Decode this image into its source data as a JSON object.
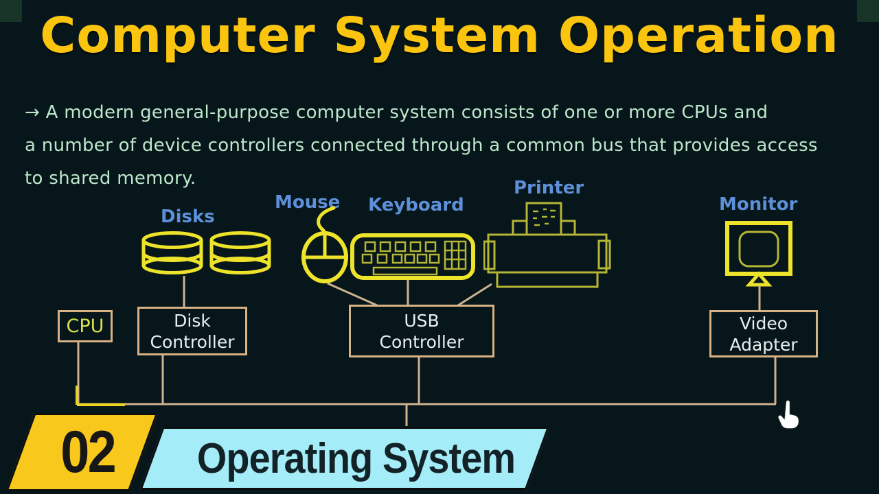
{
  "title": "Computer System Operation",
  "paragraph": {
    "lines": [
      "→ A modern general-purpose computer system consists of one or more CPUs and",
      "a number of device controllers connected through a common bus that provides access",
      "to shared memory."
    ]
  },
  "diagram": {
    "labels": {
      "disks": "Disks",
      "mouse": "Mouse",
      "keyboard": "Keyboard",
      "printer": "Printer",
      "monitor": "Monitor"
    },
    "boxes": {
      "cpu": {
        "label": "CPU"
      },
      "disk_controller": {
        "lines": [
          "Disk",
          "Controller"
        ]
      },
      "usb_controller": {
        "lines": [
          "USB",
          "Controller"
        ]
      },
      "video_adapter": {
        "lines": [
          "Video",
          "Adapter"
        ]
      }
    },
    "icons": {
      "disks": "disk-cylinders-icon",
      "mouse": "mouse-icon",
      "keyboard": "keyboard-icon",
      "printer": "printer-icon",
      "monitor": "monitor-icon"
    }
  },
  "badge": {
    "number": "02",
    "subject": "Operating System"
  },
  "cursor": {
    "type": "hand-pointer"
  },
  "colors": {
    "background": "#06161a",
    "corner_square": "#173527",
    "title_yellow": "#fbc40f",
    "paragraph_green": "#bee7cb",
    "label_blue": "#5d90d8",
    "icon_yellow": "#eee32b",
    "icon_olive": "#b6b636",
    "box_border_tan": "#d8b184",
    "box_text_white": "#e9eef0",
    "cpu_text_lime": "#d8e24c",
    "wire_tan": "#cdb292",
    "wire_yellow": "#edd31f",
    "badge_yellow": "#f8c81c",
    "badge_number_dark": "#171717",
    "banner_cyan": "#a5ecf9",
    "banner_text_dark": "#122226"
  }
}
